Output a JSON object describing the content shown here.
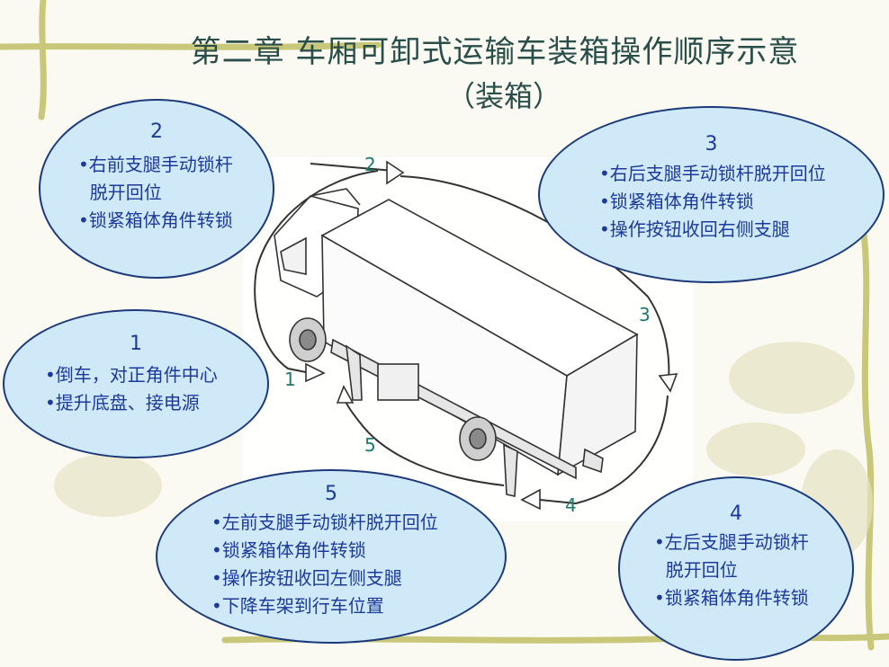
{
  "title": "第二章 车厢可卸式运输车装箱操作顺序示意",
  "subtitle": "（装箱）",
  "steps": [
    {
      "number": "1",
      "items": [
        "•倒车，对正角件中心",
        "•提升底盘、接电源"
      ]
    },
    {
      "number": "2",
      "items": [
        "•右前支腿手动锁杆",
        "  脱开回位",
        "•锁紧箱体角件转锁"
      ]
    },
    {
      "number": "3",
      "items": [
        "•右后支腿手动锁杆脱开回位",
        "•锁紧箱体角件转锁",
        "•操作按钮收回右侧支腿"
      ]
    },
    {
      "number": "4",
      "items": [
        "•左后支腿手动锁杆",
        "  脱开回位",
        "•锁紧箱体角件转锁"
      ]
    },
    {
      "number": "5",
      "items": [
        "•左前支腿手动锁杆脱开回位",
        "•锁紧箱体角件转锁",
        "•操作按钮收回左侧支腿",
        "•下降车架到行车位置"
      ]
    }
  ],
  "arrow_labels": [
    "1",
    "2",
    "3",
    "4",
    "5"
  ],
  "colors": {
    "bubble_fill": "#cfe9f8",
    "bubble_border": "#1c3a7a",
    "text": "#1c3a9a",
    "title": "#2a4e4a",
    "arrow_label": "#1e7a6a"
  }
}
